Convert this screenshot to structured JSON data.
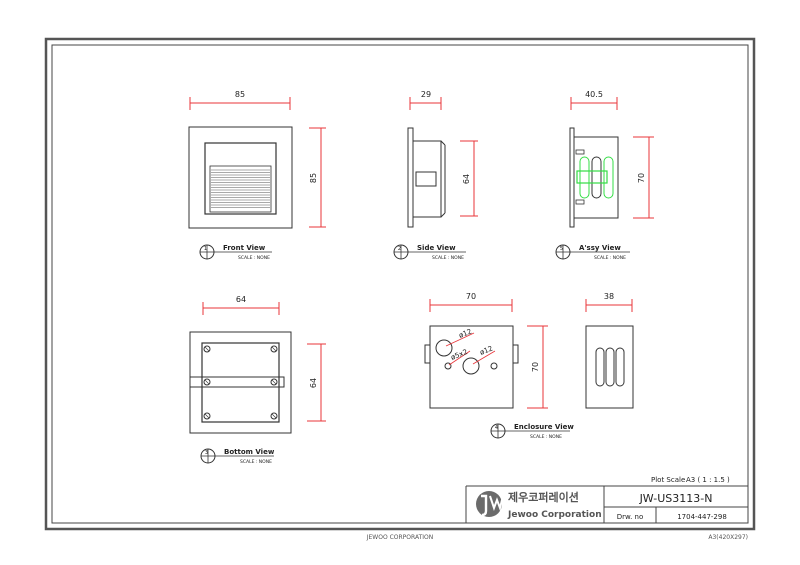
{
  "dimensions": {
    "front_width": "85",
    "front_height": "85",
    "side_width": "29",
    "side_height": "64",
    "assy_width": "40.5",
    "assy_height": "70",
    "bottom_width": "64",
    "bottom_height": "64",
    "enclosure_width": "70",
    "enclosure_height": "70",
    "slot_width": "38",
    "hole_large_a": "ø12",
    "hole_large_b": "ø12",
    "hole_small": "ø5x2"
  },
  "views": [
    {
      "number": "1",
      "title": "Front View",
      "scale": "SCALE : NONE"
    },
    {
      "number": "2",
      "title": "Side View",
      "scale": "SCALE : NONE"
    },
    {
      "number": "5",
      "title": "A'ssy View",
      "scale": "SCALE : NONE"
    },
    {
      "number": "3",
      "title": "Bottom View",
      "scale": "SCALE : NONE"
    },
    {
      "number": "4",
      "title": "Enclosure View",
      "scale": "SCALE : NONE"
    }
  ],
  "title_block": {
    "plot_scale_label": "Plot Scale",
    "plot_scale_value": "A3 ( 1 : 1.5 )",
    "company_korean": "제우코퍼레이션",
    "company_english": "Jewoo Corporation",
    "drawing_title": "JW-US3113-N",
    "drw_no_label": "Drw. no",
    "drw_no_value": "1704-447-298"
  },
  "footer": {
    "company": "JEWOO CORPORATION",
    "paper": "A3(420X297)"
  },
  "colors": {
    "dimension": "#e8353a",
    "outline": "#333333",
    "highlight": "#33dd44"
  }
}
